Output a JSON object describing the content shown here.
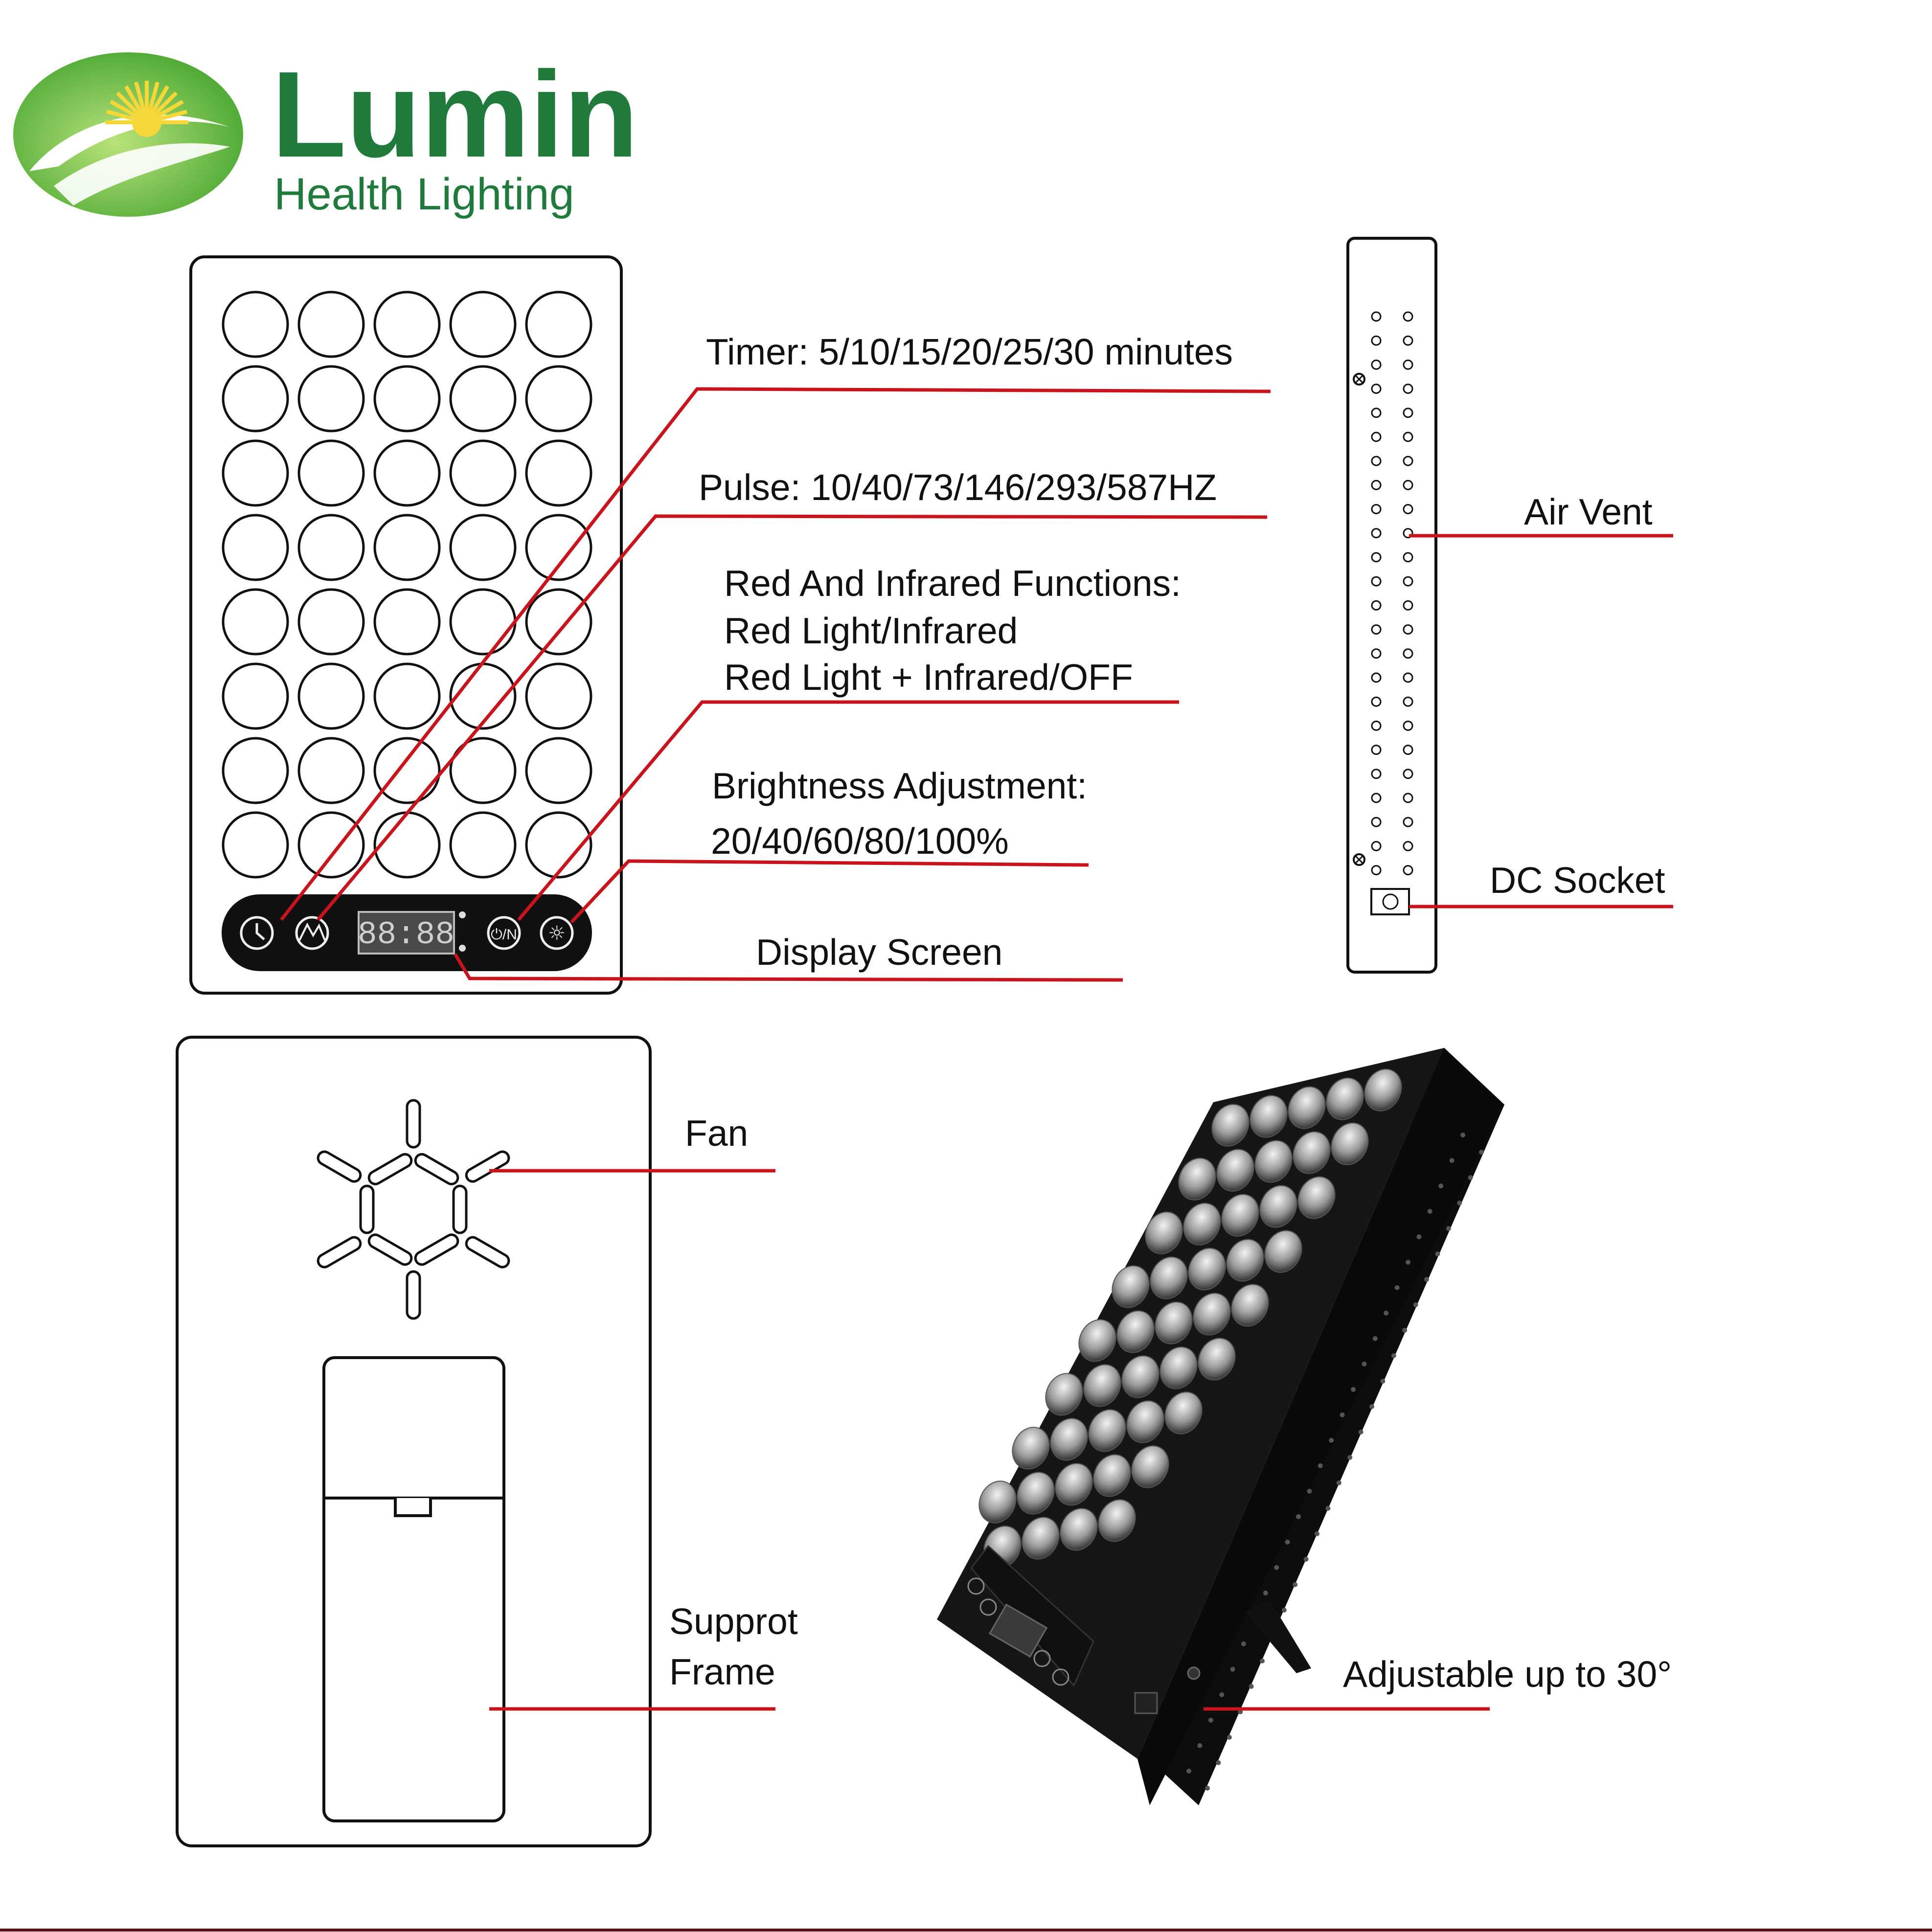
{
  "brand": {
    "name": "Lumin",
    "tagline": "Health Lighting",
    "colors": {
      "green": "#1f7a3c",
      "light_green": "#7cc242",
      "sun": "#f5d73a"
    }
  },
  "callouts": {
    "timer": "Timer: 5/10/15/20/25/30 minutes",
    "pulse": "Pulse: 10/40/73/146/293/587HZ",
    "functions_line1": "Red And Infrared Functions:",
    "functions_line2": "Red Light/Infrared",
    "functions_line3": "Red Light + Infrared/OFF",
    "brightness_line1": "Brightness Adjustment:",
    "brightness_line2": "20/40/60/80/100%",
    "display": "Display Screen",
    "air_vent": "Air Vent",
    "dc_socket": "DC Socket",
    "fan": "Fan",
    "support_line1": "Supprot",
    "support_line2": "Frame",
    "adjustable": "Adjustable up to 30°"
  },
  "display_readout": "88:88",
  "leader_color": "#c8141c",
  "bottom_rule_color": "#5a0f12"
}
